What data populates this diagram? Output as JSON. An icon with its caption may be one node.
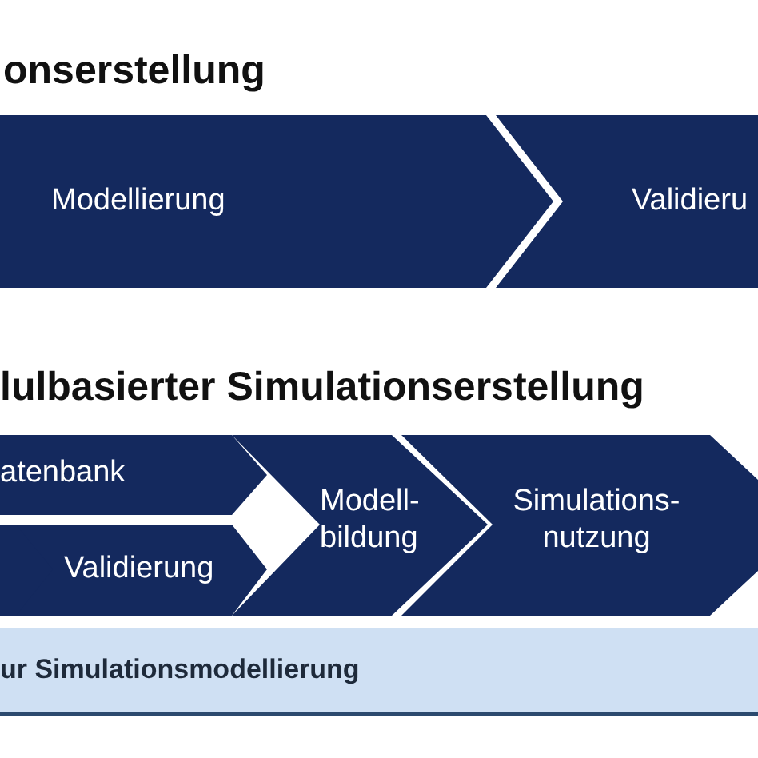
{
  "diagram": {
    "nodes": [
      {
        "text": [
          "Modellierung"
        ]
      },
      {
        "text": [
          "Validieru"
        ]
      },
      {
        "text": [
          "atenbank"
        ]
      },
      {
        "text": [],
        "shape": "chevron"
      },
      {
        "text": [
          "Validierung"
        ]
      },
      {
        "text": [
          "Modell- bildung"
        ]
      },
      {
        "text": [
          "Simulations- nutzung"
        ]
      },
      {
        "text": [
          "ur Simulationsmodellierung"
        ]
      }
    ],
    "labels": [
      "onserstellung",
      "lulbasierter Simulationserstellung"
    ]
  }
}
